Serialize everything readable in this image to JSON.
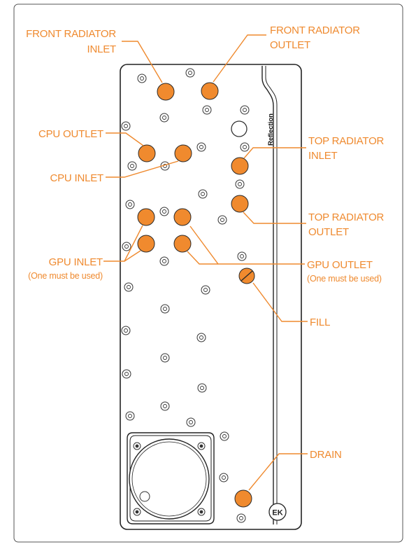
{
  "labels": {
    "front_radiator_inlet": [
      "FRONT RADIATOR",
      "INLET"
    ],
    "front_radiator_outlet": [
      "FRONT RADIATOR",
      "OUTLET"
    ],
    "cpu_outlet": "CPU OUTLET",
    "cpu_inlet": "CPU INLET",
    "top_radiator_inlet": [
      "TOP RADIATOR",
      "INLET"
    ],
    "top_radiator_outlet": [
      "TOP RADIATOR",
      "OUTLET"
    ],
    "gpu_inlet": "GPU INLET",
    "gpu_inlet_note": "(One must be used)",
    "gpu_outlet": "GPU OUTLET",
    "gpu_outlet_note": "(One must be used)",
    "fill": "FILL",
    "drain": "DRAIN"
  },
  "brand_text": "Reflection",
  "logo_text": "EK",
  "colors": {
    "accent": "#ef8a2f",
    "port_fill": "#f08a2e",
    "outline": "#2a2a2a",
    "background": "#ffffff"
  }
}
